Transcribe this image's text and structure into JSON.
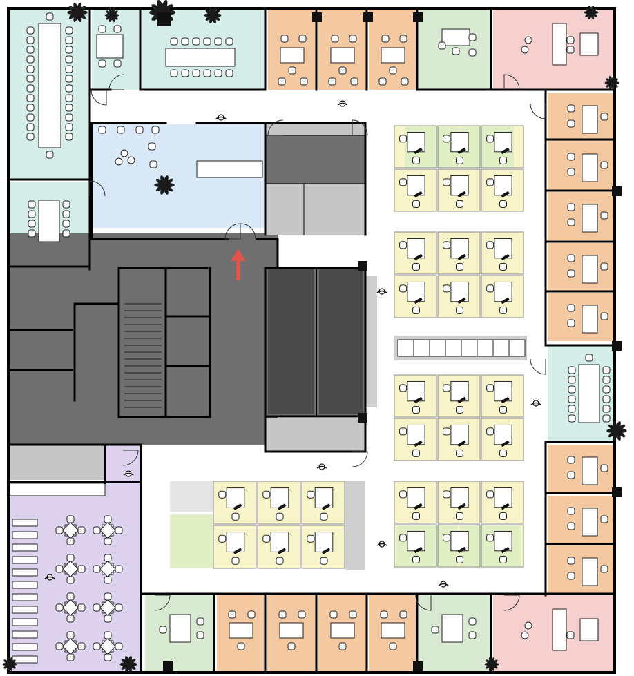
{
  "colors": {
    "background": "#ffffff",
    "wall": "#000000",
    "core": "#6f6f6f",
    "core_light": "#c6c6c6",
    "core_dark": "#4a4a4a",
    "meeting_teal": "#d6eee9",
    "reception_blue": "#d9e9f7",
    "office_orange": "#f4c9a1",
    "office_green": "#d8ead2",
    "office_pink": "#f6cfcf",
    "workstation_yellow": "#f6f4c8",
    "workstation_lime": "#e1f0c4",
    "cafe_lavender": "#ded3ee",
    "entry_arrow": "#e0554b",
    "partition": "#cfcfcf",
    "plant": "#1a1a1a"
  },
  "rooms": [
    {
      "name": "meeting-room-large",
      "kind": "meeting"
    },
    {
      "name": "meeting-room-small",
      "kind": "meeting"
    },
    {
      "name": "meeting-room-north",
      "kind": "meeting"
    },
    {
      "name": "meeting-room-west",
      "kind": "meeting"
    },
    {
      "name": "reception-lounge",
      "kind": "reception"
    },
    {
      "name": "service-rooms",
      "kind": "service"
    },
    {
      "name": "building-core",
      "kind": "core"
    },
    {
      "name": "private-offices",
      "kind": "office"
    },
    {
      "name": "executive-office-north",
      "kind": "executive"
    },
    {
      "name": "executive-office-south",
      "kind": "executive"
    },
    {
      "name": "boardroom-east",
      "kind": "meeting"
    },
    {
      "name": "open-workstations",
      "kind": "workstation"
    },
    {
      "name": "cafeteria",
      "kind": "cafe"
    },
    {
      "name": "kitchenette",
      "kind": "service"
    }
  ],
  "entry": {
    "icon": "entry-arrow-icon"
  }
}
